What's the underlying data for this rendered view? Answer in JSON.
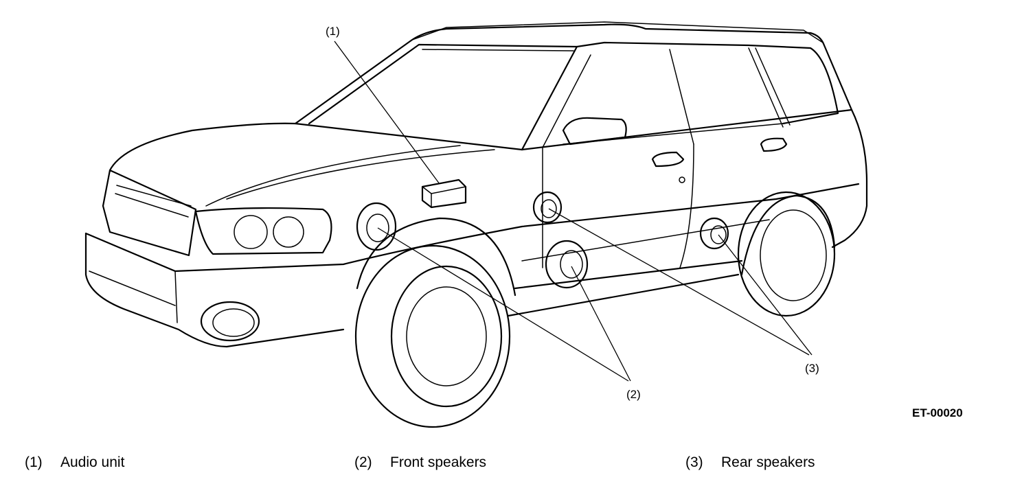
{
  "figure": {
    "id": "ET-00020"
  },
  "callouts": [
    {
      "key": "audio_unit",
      "label": "(1)"
    },
    {
      "key": "front_speakers",
      "label": "(2)"
    },
    {
      "key": "rear_speakers",
      "label": "(3)"
    }
  ],
  "legend": [
    {
      "num": "(1)",
      "text": "Audio unit"
    },
    {
      "num": "(2)",
      "text": "Front speakers"
    },
    {
      "num": "(3)",
      "text": "Rear speakers"
    }
  ]
}
